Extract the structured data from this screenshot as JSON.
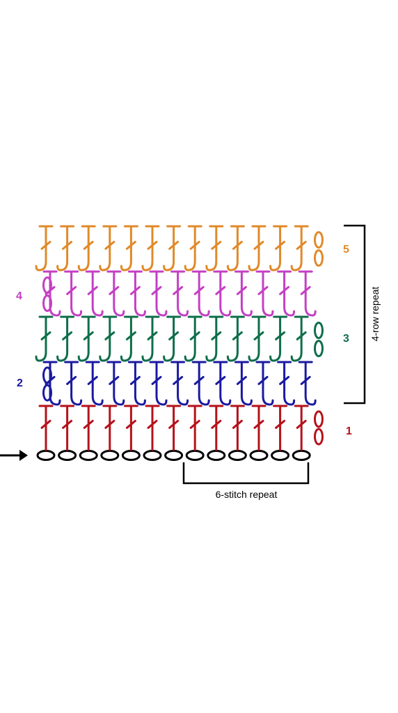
{
  "rows": [
    {
      "number": "1",
      "color": "#b5121b"
    },
    {
      "number": "2",
      "color": "#1a1aa0"
    },
    {
      "number": "3",
      "color": "#0e6e4a"
    },
    {
      "number": "4",
      "color": "#c43fc4"
    },
    {
      "number": "5",
      "color": "#e08a2a"
    }
  ],
  "stitch_repeat": "6-stitch repeat",
  "row_repeat": "4-row repeat",
  "start_arrow": "arrow-right-icon",
  "chain_count": 13,
  "stitches_per_row": 13,
  "ink_color": "#000000"
}
